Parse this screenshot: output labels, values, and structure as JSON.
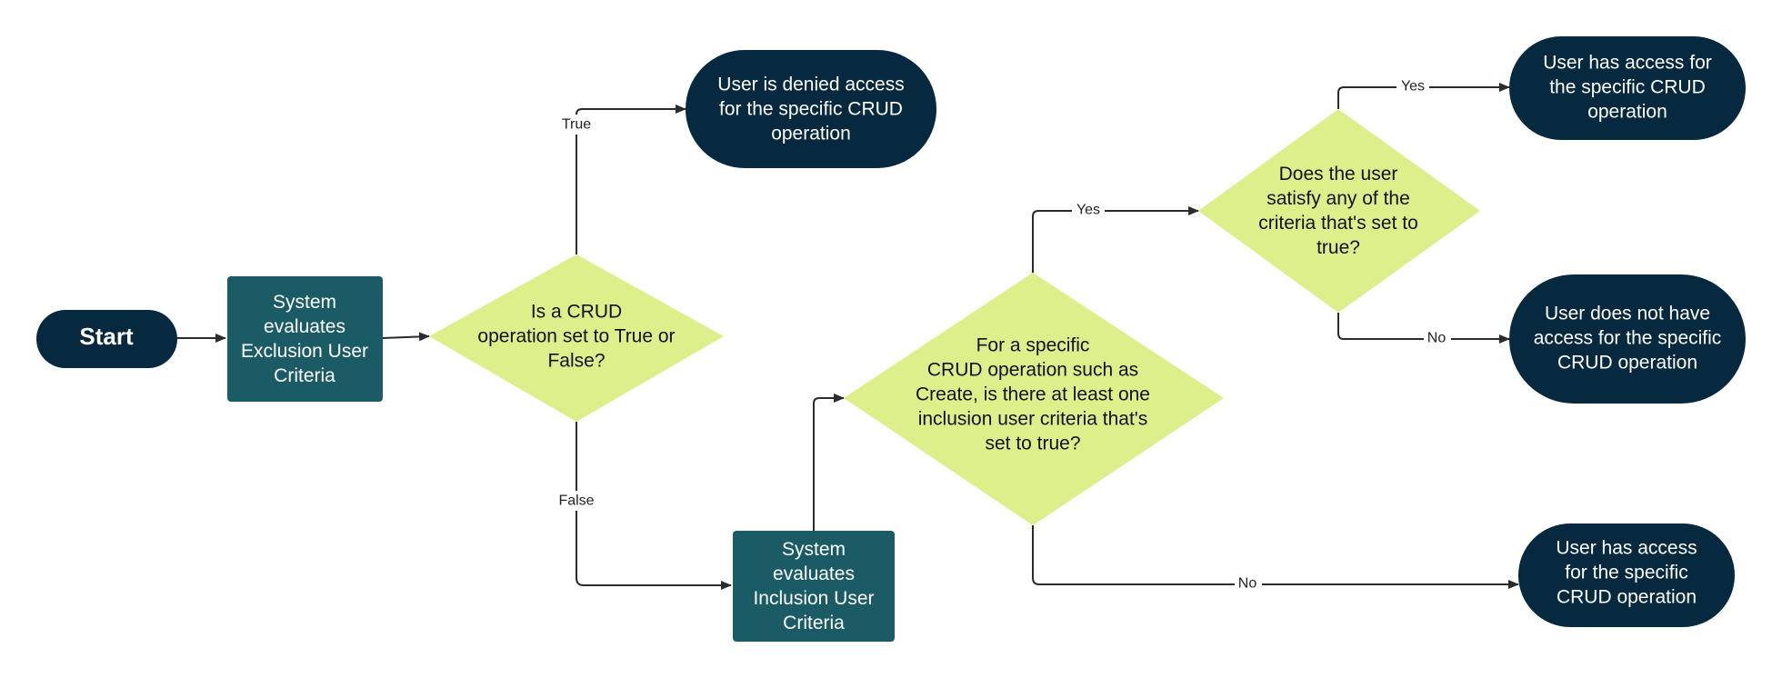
{
  "colors": {
    "terminal": "#06293F",
    "process": "#1B5B66",
    "decision": "#DCEF8A",
    "line": "#2B2B2B",
    "light_text": "#FFFFFF",
    "dark_text": "#111111"
  },
  "nodes": {
    "start": {
      "text": "Start"
    },
    "exclusion_process": {
      "lines": [
        "System",
        "evaluates",
        "Exclusion User",
        "Criteria"
      ]
    },
    "crud_decision": {
      "lines": [
        "Is a CRUD",
        "operation set to True or",
        "False?"
      ]
    },
    "denied_terminal": {
      "lines": [
        "User is denied access",
        "for the specific CRUD",
        "operation"
      ]
    },
    "inclusion_process": {
      "lines": [
        "System",
        "evaluates",
        "Inclusion User",
        "Criteria"
      ]
    },
    "inclusion_decision": {
      "lines": [
        "For a specific",
        "CRUD operation such as",
        "Create, is there at least one",
        "inclusion user criteria that's",
        "set to true?"
      ]
    },
    "satisfy_decision": {
      "lines": [
        "Does the user",
        "satisfy any of the",
        "criteria that's set to",
        "true?"
      ]
    },
    "access_terminal_top": {
      "lines": [
        "User has access for",
        "the specific CRUD",
        "operation"
      ]
    },
    "no_access_terminal": {
      "lines": [
        "User does not have",
        "access for the specific",
        "CRUD operation"
      ]
    },
    "access_terminal_bottom": {
      "lines": [
        "User has access",
        "for the specific",
        "CRUD operation"
      ]
    }
  },
  "edges": {
    "true_label": "True",
    "false_label": "False",
    "yes_label_1": "Yes",
    "no_label_1": "No",
    "yes_label_2": "Yes",
    "no_label_2": "No"
  }
}
